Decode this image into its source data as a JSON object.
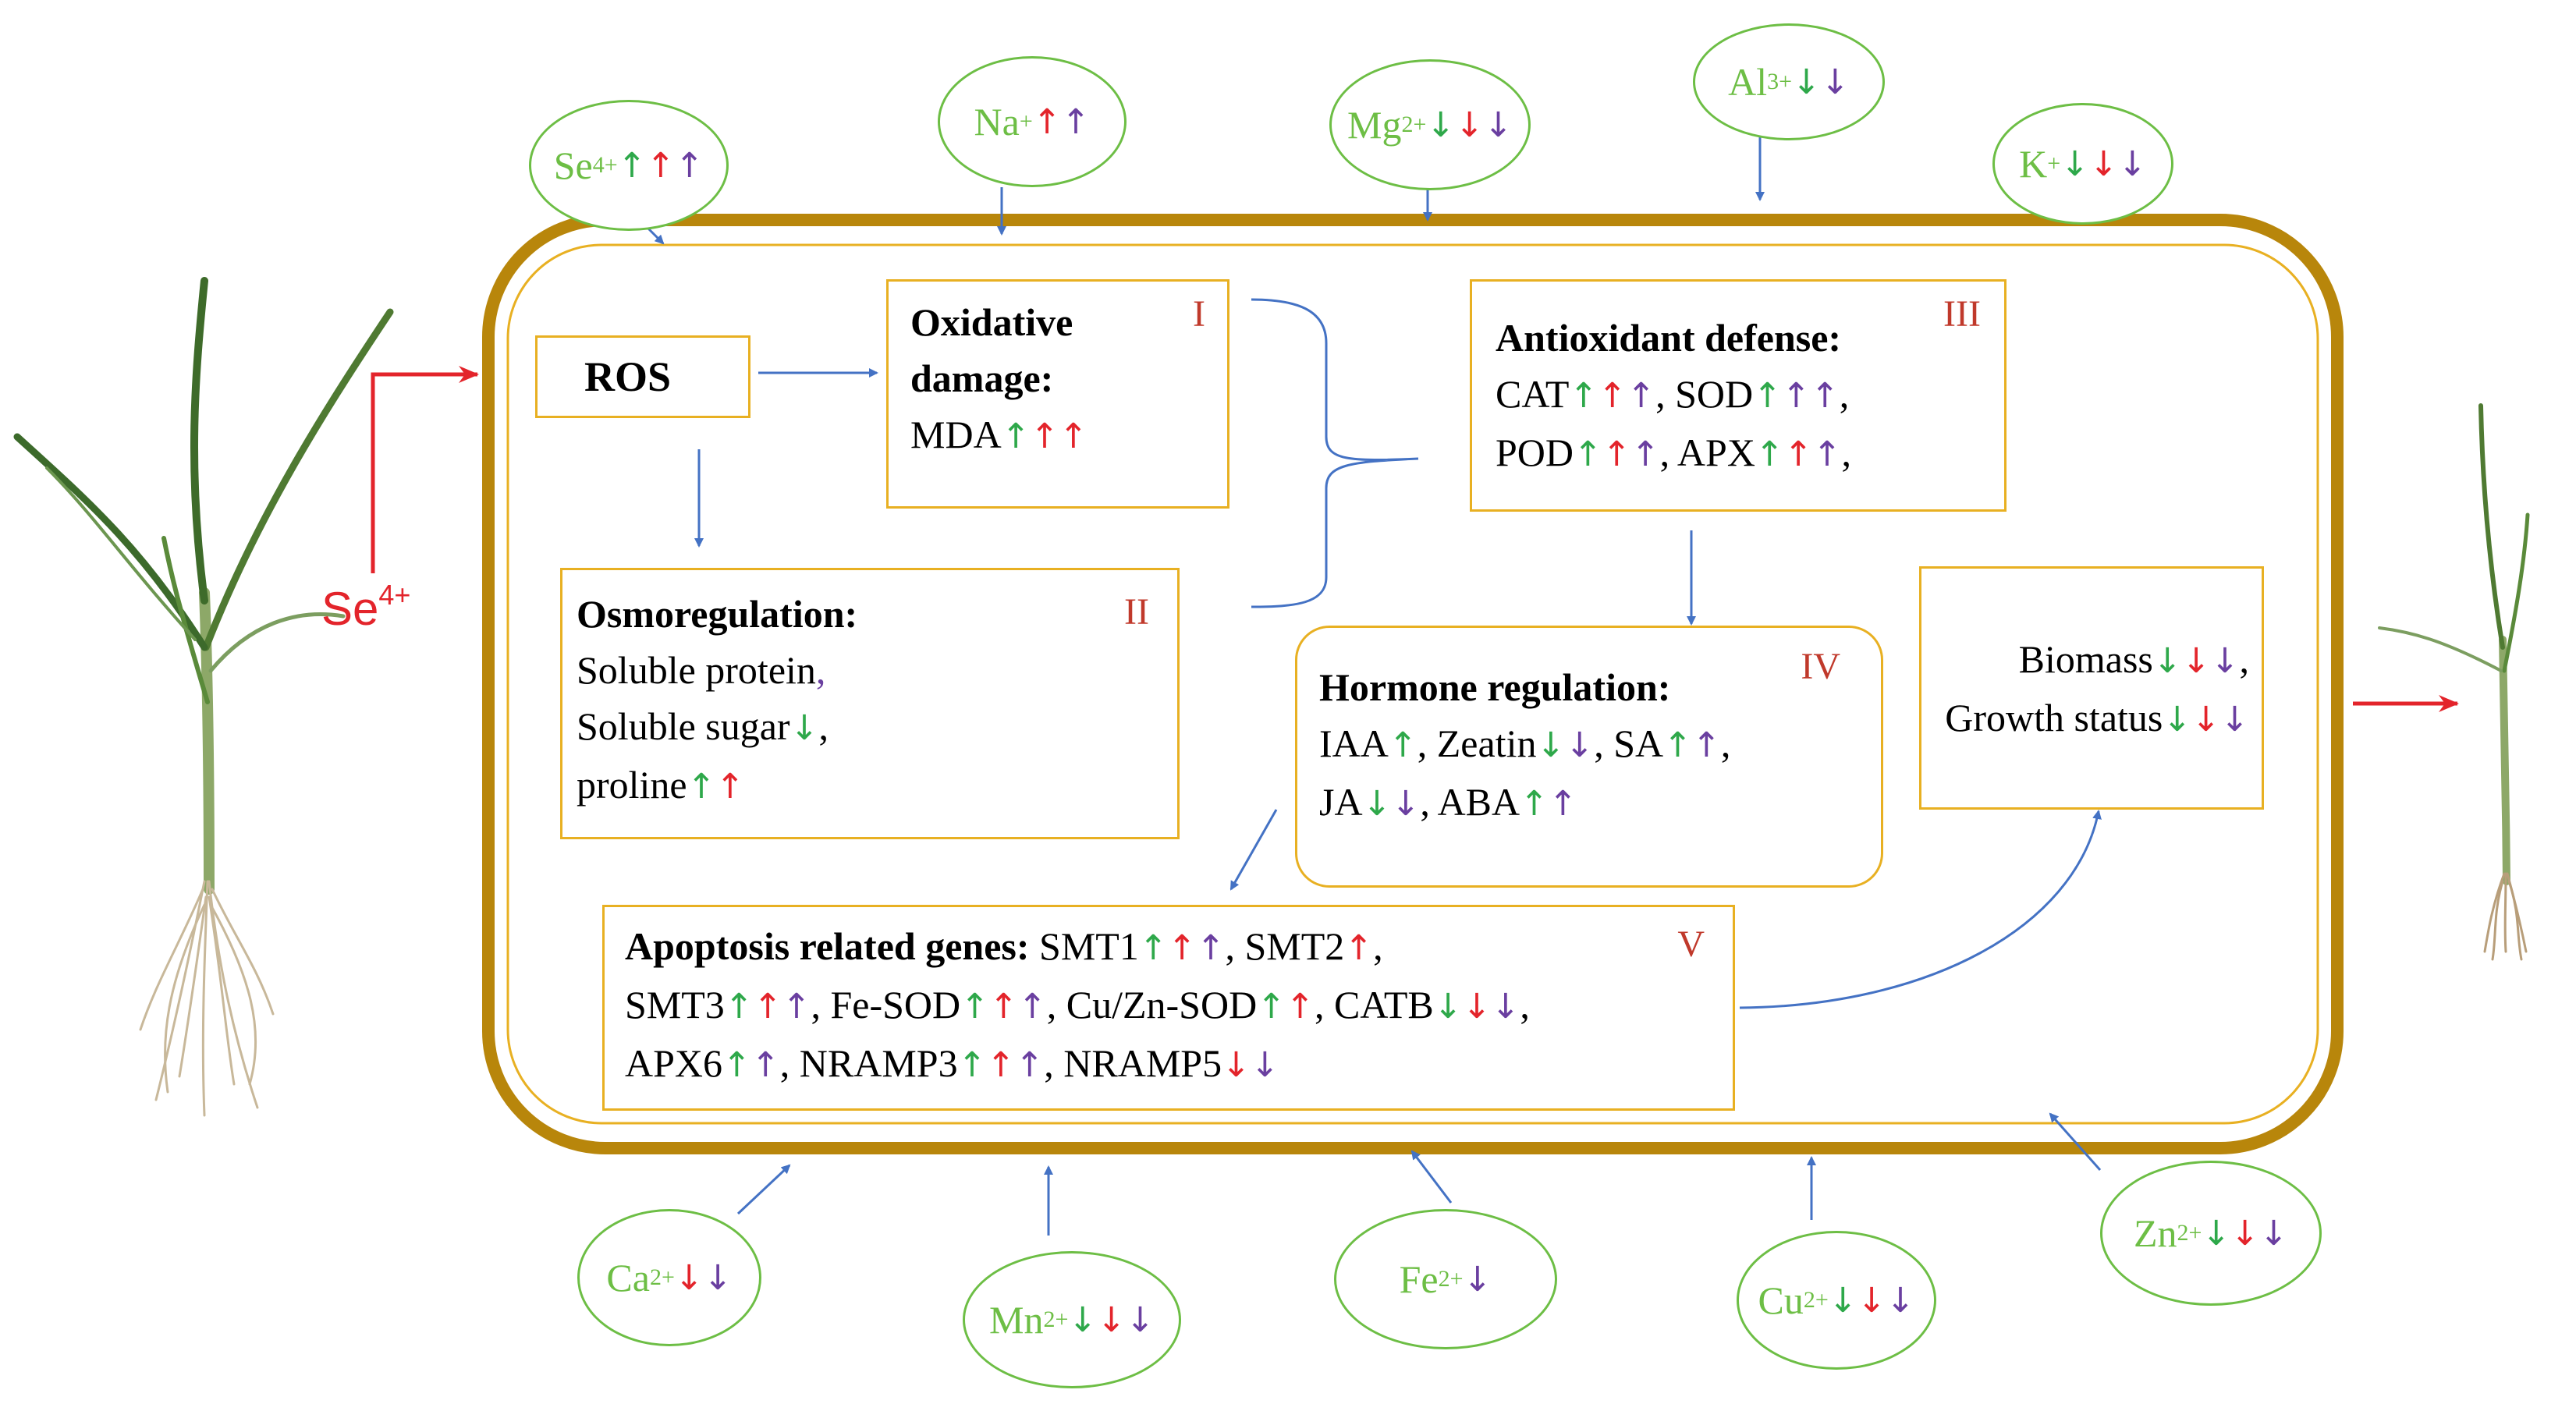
{
  "se_label": {
    "base": "Se",
    "charge": "4+"
  },
  "ions_top": [
    {
      "id": "se",
      "base": "Se",
      "charge": "4+",
      "arrows": [
        {
          "dir": "up",
          "c": "g"
        },
        {
          "dir": "up",
          "c": "r"
        },
        {
          "dir": "up",
          "c": "p"
        }
      ]
    },
    {
      "id": "na",
      "base": "Na",
      "charge": "+",
      "arrows": [
        {
          "dir": "up",
          "c": "r"
        },
        {
          "dir": "up",
          "c": "p"
        }
      ]
    },
    {
      "id": "mg",
      "base": "Mg",
      "charge": "2+",
      "arrows": [
        {
          "dir": "dn",
          "c": "g"
        },
        {
          "dir": "dn",
          "c": "r"
        },
        {
          "dir": "dn",
          "c": "p"
        }
      ]
    },
    {
      "id": "al",
      "base": "Al",
      "charge": "3+",
      "arrows": [
        {
          "dir": "dn",
          "c": "g"
        },
        {
          "dir": "dn",
          "c": "p"
        }
      ]
    },
    {
      "id": "k",
      "base": "K",
      "charge": "+",
      "arrows": [
        {
          "dir": "dn",
          "c": "g"
        },
        {
          "dir": "dn",
          "c": "r"
        },
        {
          "dir": "dn",
          "c": "p"
        }
      ]
    }
  ],
  "ions_bottom": [
    {
      "id": "ca",
      "base": "Ca",
      "charge": "2+",
      "arrows": [
        {
          "dir": "dn",
          "c": "r"
        },
        {
          "dir": "dn",
          "c": "p"
        }
      ]
    },
    {
      "id": "mn",
      "base": "Mn",
      "charge": "2+",
      "arrows": [
        {
          "dir": "dn",
          "c": "g"
        },
        {
          "dir": "dn",
          "c": "r"
        },
        {
          "dir": "dn",
          "c": "p"
        }
      ]
    },
    {
      "id": "fe",
      "base": "Fe",
      "charge": "2+",
      "arrows": [
        {
          "dir": "dn",
          "c": "p"
        }
      ]
    },
    {
      "id": "cu",
      "base": "Cu",
      "charge": "2+",
      "arrows": [
        {
          "dir": "dn",
          "c": "g"
        },
        {
          "dir": "dn",
          "c": "r"
        },
        {
          "dir": "dn",
          "c": "p"
        }
      ]
    },
    {
      "id": "zn",
      "base": "Zn",
      "charge": "2+",
      "arrows": [
        {
          "dir": "dn",
          "c": "g"
        },
        {
          "dir": "dn",
          "c": "r"
        },
        {
          "dir": "dn",
          "c": "p"
        }
      ]
    }
  ],
  "ros": "ROS",
  "box1": {
    "roman": "I",
    "lines": [
      [
        {
          "t": "Oxidative",
          "b": true
        }
      ],
      [
        {
          "t": "damage:",
          "b": true
        }
      ],
      [
        {
          "t": "MDA"
        },
        {
          "a": "up",
          "c": "g"
        },
        {
          "a": "up",
          "c": "r"
        },
        {
          "a": "up",
          "c": "r"
        }
      ]
    ]
  },
  "box2": {
    "roman": "II",
    "lines": [
      [
        {
          "t": "Osmoregulation:",
          "b": true
        }
      ],
      [
        {
          "t": "Soluble protein"
        },
        {
          "t": ",",
          "c": "p"
        }
      ],
      [
        {
          "t": "Soluble sugar"
        },
        {
          "a": "dn",
          "c": "g"
        },
        {
          "t": ","
        }
      ],
      [
        {
          "t": "proline"
        },
        {
          "a": "up",
          "c": "g"
        },
        {
          "a": "up",
          "c": "r"
        }
      ]
    ]
  },
  "box3": {
    "roman": "III",
    "lines": [
      [
        {
          "t": "Antioxidant defense:",
          "b": true
        }
      ],
      [
        {
          "t": "CAT"
        },
        {
          "a": "up",
          "c": "g"
        },
        {
          "a": "up",
          "c": "r"
        },
        {
          "a": "up",
          "c": "p"
        },
        {
          "t": ", SOD"
        },
        {
          "a": "up",
          "c": "g"
        },
        {
          "a": "up",
          "c": "p"
        },
        {
          "a": "up",
          "c": "p"
        },
        {
          "t": ","
        }
      ],
      [
        {
          "t": "POD"
        },
        {
          "a": "up",
          "c": "g"
        },
        {
          "a": "up",
          "c": "r"
        },
        {
          "a": "up",
          "c": "p"
        },
        {
          "t": ", APX"
        },
        {
          "a": "up",
          "c": "g"
        },
        {
          "a": "up",
          "c": "r"
        },
        {
          "a": "up",
          "c": "p"
        },
        {
          "t": ","
        }
      ]
    ]
  },
  "box4": {
    "roman": "IV",
    "lines": [
      [
        {
          "t": "Hormone regulation:",
          "b": true
        }
      ],
      [
        {
          "t": "IAA"
        },
        {
          "a": "up",
          "c": "g"
        },
        {
          "t": ", Zeatin"
        },
        {
          "a": "dn",
          "c": "g"
        },
        {
          "a": "dn",
          "c": "p"
        },
        {
          "t": ", SA"
        },
        {
          "a": "up",
          "c": "g"
        },
        {
          "a": "up",
          "c": "p"
        },
        {
          "t": ","
        }
      ],
      [
        {
          "t": "JA"
        },
        {
          "a": "dn",
          "c": "g"
        },
        {
          "a": "dn",
          "c": "p"
        },
        {
          "t": ", ABA"
        },
        {
          "a": "up",
          "c": "g"
        },
        {
          "a": "up",
          "c": "p"
        }
      ]
    ]
  },
  "box5": {
    "roman": "V",
    "lines": [
      [
        {
          "t": "Apoptosis related genes: ",
          "b": true
        },
        {
          "t": "SMT1"
        },
        {
          "a": "up",
          "c": "g"
        },
        {
          "a": "up",
          "c": "r"
        },
        {
          "a": "up",
          "c": "p"
        },
        {
          "t": ", SMT2"
        },
        {
          "a": "up",
          "c": "r"
        },
        {
          "t": ","
        }
      ],
      [
        {
          "t": "SMT3"
        },
        {
          "a": "up",
          "c": "g"
        },
        {
          "a": "up",
          "c": "r"
        },
        {
          "a": "up",
          "c": "p"
        },
        {
          "t": ", Fe-SOD"
        },
        {
          "a": "up",
          "c": "g"
        },
        {
          "a": "up",
          "c": "r"
        },
        {
          "a": "up",
          "c": "p"
        },
        {
          "t": ", Cu/Zn-SOD"
        },
        {
          "a": "up",
          "c": "g"
        },
        {
          "a": "up",
          "c": "r"
        },
        {
          "t": ", CATB"
        },
        {
          "a": "dn",
          "c": "g"
        },
        {
          "a": "dn",
          "c": "r"
        },
        {
          "a": "dn",
          "c": "p"
        },
        {
          "t": ","
        }
      ],
      [
        {
          "t": "APX6"
        },
        {
          "a": "up",
          "c": "g"
        },
        {
          "a": "up",
          "c": "p"
        },
        {
          "t": ", NRAMP3"
        },
        {
          "a": "up",
          "c": "g"
        },
        {
          "a": "up",
          "c": "r"
        },
        {
          "a": "up",
          "c": "p"
        },
        {
          "t": ", NRAMP5"
        },
        {
          "a": "dn",
          "c": "r"
        },
        {
          "a": "dn",
          "c": "p"
        }
      ]
    ]
  },
  "box6": {
    "lines": [
      [
        {
          "t": "Biomass"
        },
        {
          "a": "dn",
          "c": "g"
        },
        {
          "a": "dn",
          "c": "r"
        },
        {
          "a": "dn",
          "c": "p"
        },
        {
          "t": ","
        }
      ],
      [
        {
          "t": "Growth status"
        },
        {
          "a": "dn",
          "c": "g"
        },
        {
          "a": "dn",
          "c": "r"
        },
        {
          "a": "dn",
          "c": "p"
        }
      ]
    ]
  },
  "colors": {
    "green": "#2EA84A",
    "red": "#E3242B",
    "purple": "#6A3FA0",
    "cell_wall": "#B8860B",
    "box_border": "#E8B022",
    "ion_border": "#6DBE45",
    "flow_arrow": "#4472C4"
  }
}
